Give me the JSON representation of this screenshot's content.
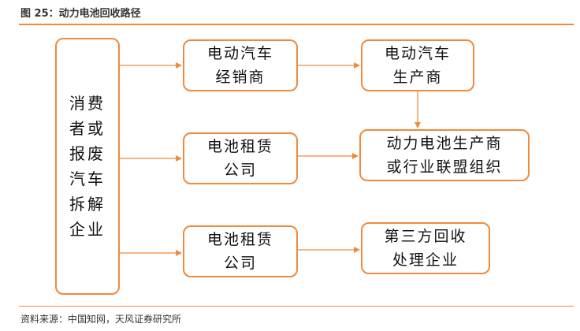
{
  "figure": {
    "title": "图 25：动力电池回收路径",
    "source": "资料来源：中国知网，天风证券研究所"
  },
  "nodes": {
    "left": {
      "lines": [
        "消费",
        "者或",
        "报废",
        "汽车",
        "拆解",
        "企业"
      ]
    },
    "r1c1": {
      "lines": [
        "电动汽车",
        "经销商"
      ]
    },
    "r1c2": {
      "lines": [
        "电动汽车",
        "生产商"
      ]
    },
    "r2c1": {
      "lines": [
        "电池租赁",
        "公司"
      ]
    },
    "r2c2": {
      "lines": [
        "动力电池生产商",
        "或行业联盟组织"
      ]
    },
    "r3c1": {
      "lines": [
        "电池租赁",
        "公司"
      ]
    },
    "r3c2": {
      "lines": [
        "第三方回收",
        "处理企业"
      ]
    }
  },
  "colors": {
    "accent": "#f08a3c",
    "text": "#111111"
  }
}
